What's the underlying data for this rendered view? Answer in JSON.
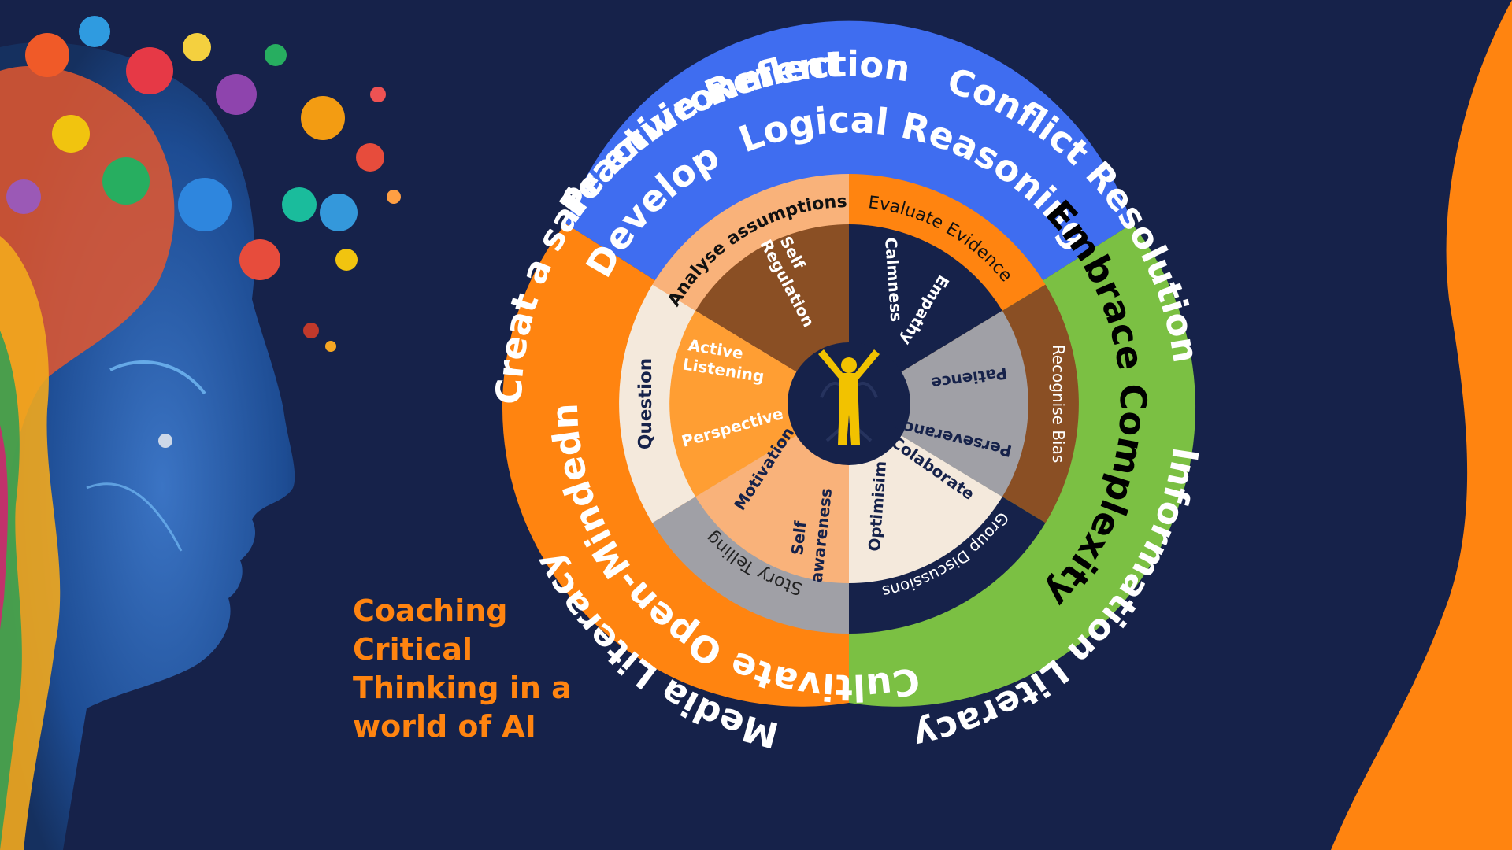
{
  "colors": {
    "background": "#16224a",
    "blue": "#3f6df0",
    "green": "#7bc043",
    "orange": "#ff8410",
    "peach": "#f9b27a",
    "light_orange": "#ff9e33",
    "brown": "#8a4f24",
    "navy": "#16224a",
    "cream": "#f4e9dc",
    "grey": "#a0a0a6",
    "yellow": "#f2c200"
  },
  "outer_labels": {
    "top": "Practive Reflection",
    "right_upper": "Conflict Resolution",
    "right_lower": "Information Literacy",
    "bottom": "Media Literacy",
    "left": "Creat a safe environment"
  },
  "pillars": {
    "top": "Develop  Logical Reasoning",
    "right": "Embrace Complexity",
    "bottom": "Cultivate Open-Mindedness"
  },
  "middle_ring": {
    "top_left": "Analyse assumptions",
    "top_right": "Evaluate Evidence",
    "right": "Recognise Bias",
    "bottom_right": "Group Discussions",
    "bottom_left": "Story Telling",
    "left": "Question"
  },
  "inner_ring": {
    "self_regulation": [
      "Self",
      "Regulation"
    ],
    "calmness": "Calmness",
    "empathy": "Empathy",
    "patience": "Patience",
    "perseverance": "Perseverance",
    "colaborate": "Colaborate",
    "optimism": "Optimisim",
    "self_awareness": [
      "Self",
      "awareness"
    ],
    "motivation": "Motivation",
    "perspective": "Perspective",
    "active_listening": [
      "Active",
      "Listening"
    ]
  },
  "center_icon": "person-arms-raised-icon",
  "head_illustration": "colorful-human-head-profile",
  "title_lines": [
    "Coaching",
    "Critical",
    "Thinking in a",
    "world of AI"
  ]
}
